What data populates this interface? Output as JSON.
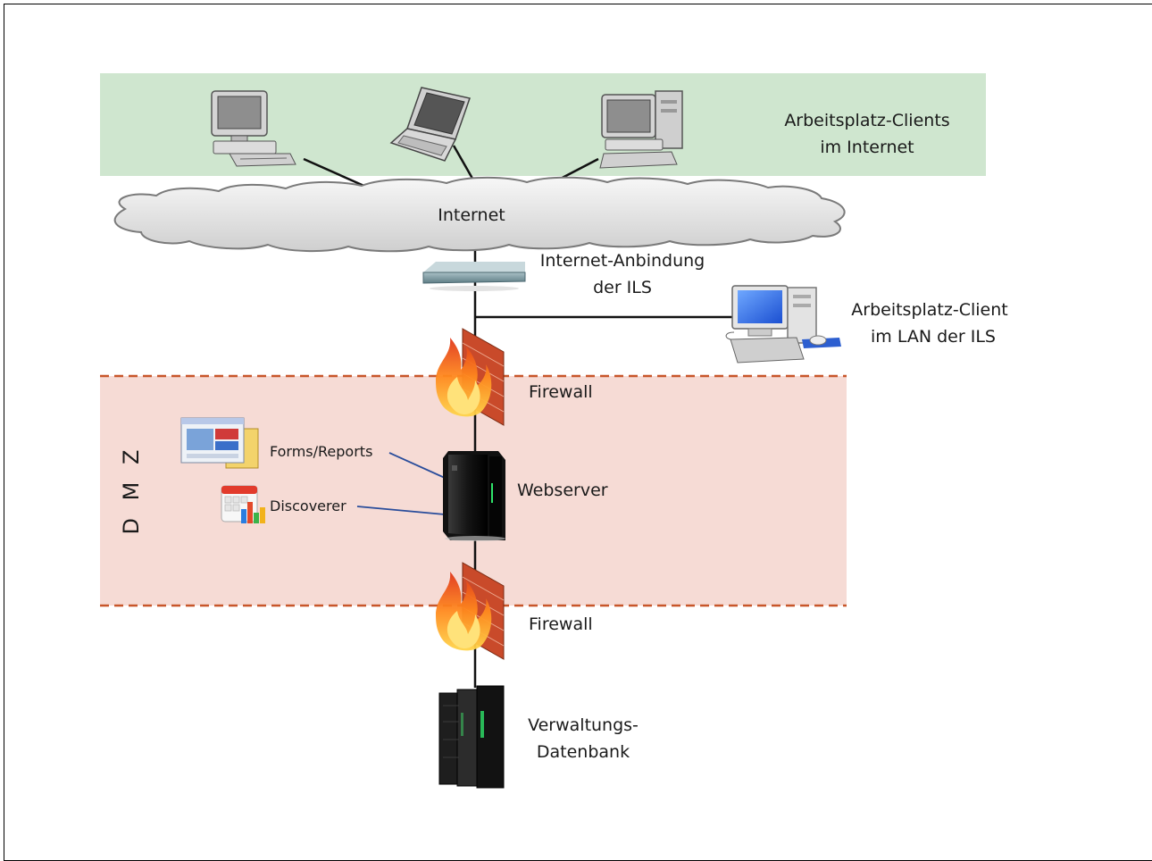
{
  "labels": {
    "clients_internet_line1": "Arbeitsplatz-Clients",
    "clients_internet_line2": "im Internet",
    "internet": "Internet",
    "internet_link_line1": "Internet-Anbindung",
    "internet_link_line2": "der ILS",
    "lan_client_line1": "Arbeitsplatz-Client",
    "lan_client_line2": "im LAN der ILS",
    "firewall_top": "Firewall",
    "firewall_bottom": "Firewall",
    "dmz": "D M Z",
    "forms_reports": "Forms/Reports",
    "discoverer": "Discoverer",
    "webserver": "Webserver",
    "database_line1": "Verwaltungs-",
    "database_line2": "Datenbank"
  },
  "colors": {
    "internet_zone": "#cfe6cf",
    "dmz_zone": "#f6dbd5",
    "dmz_border": "#c8562a",
    "cloud_fill": "#e8e8e8",
    "cloud_stroke": "#7a7a7a",
    "link_line": "#111111",
    "app_link_line": "#2a4d9b"
  }
}
